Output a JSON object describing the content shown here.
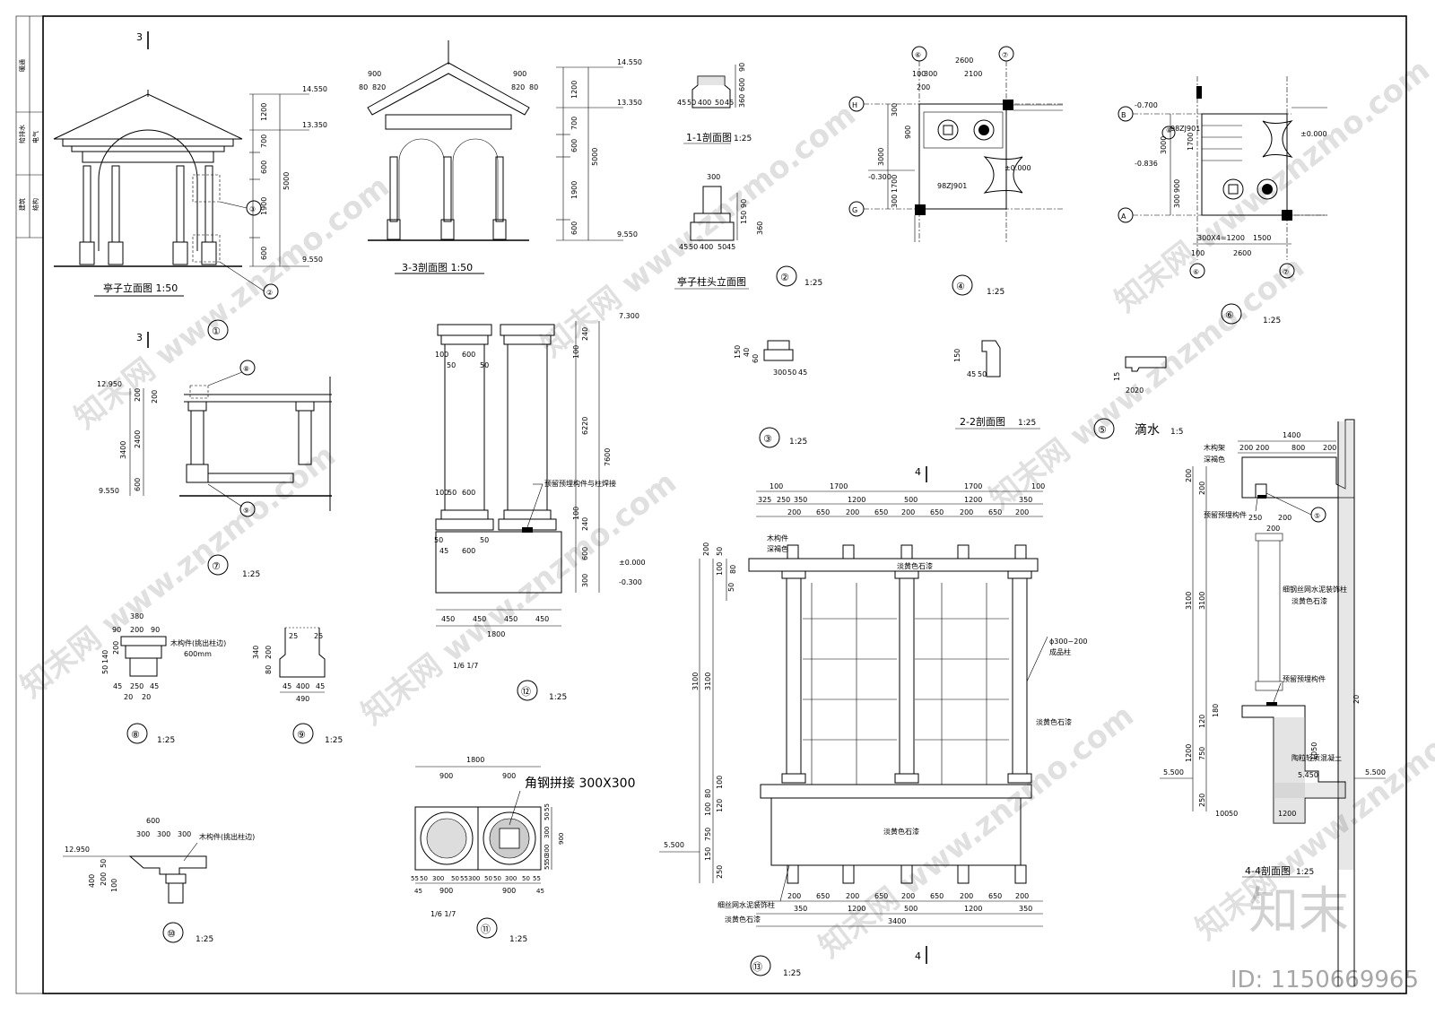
{
  "title_block": [
    "暖通",
    "给排水",
    "电气",
    "建筑",
    "结构"
  ],
  "drawings": {
    "d1": {
      "title": "亭子立面图 1:50",
      "num": "①",
      "marker": "3",
      "dims": [
        "1200",
        "700",
        "600",
        "1900",
        "600",
        "5000"
      ],
      "levels": [
        "14.550",
        "13.350",
        "9.550"
      ],
      "callouts": [
        "③",
        "②"
      ]
    },
    "d33": {
      "title": "3-3剖面图 1:50",
      "dims_top": [
        "900",
        "80",
        "820",
        "900",
        "820",
        "80"
      ],
      "dims_right": [
        "1200",
        "700",
        "600",
        "1900",
        "600",
        "5000"
      ],
      "levels": [
        "14.550",
        "13.350",
        "9.550"
      ]
    },
    "d11": {
      "title": "1-1剖面图",
      "scale": "1:25",
      "dims": [
        "45",
        "50",
        "400",
        "50",
        "45",
        "90",
        "360",
        "600"
      ]
    },
    "d2": {
      "title": "亭子柱头立面图",
      "num": "②",
      "scale": "1:25",
      "dims": [
        "300",
        "90",
        "150",
        "360",
        "45",
        "50",
        "400",
        "50",
        "45"
      ]
    },
    "d3": {
      "num": "③",
      "scale": "1:25",
      "dims": [
        "150",
        "40",
        "60",
        "300",
        "50",
        "45"
      ]
    },
    "d22": {
      "title": "2-2剖面图",
      "scale": "1:25",
      "dims": [
        "150",
        "45",
        "50"
      ]
    },
    "d5": {
      "num": "⑤",
      "title": "滴水",
      "scale": "1:5",
      "dims": [
        "15",
        "20",
        "20"
      ]
    },
    "d4": {
      "num": "④",
      "scale": "1:25",
      "dims": [
        "2600",
        "100",
        "300",
        "2100",
        "200",
        "300",
        "900",
        "1700",
        "3000",
        "300"
      ],
      "axes": [
        "⑥",
        "⑦",
        "H",
        "G"
      ],
      "levels": [
        "-0.300",
        "±0.000"
      ],
      "note": "98ZJ901"
    },
    "d6": {
      "num": "⑥",
      "scale": "1:25",
      "dims": [
        "300",
        "900",
        "1700",
        "3000",
        "300X4=1200",
        "1500",
        "100",
        "2600"
      ],
      "axes": [
        "B",
        "A",
        "⑥",
        "⑦",
        "⑧"
      ],
      "levels": [
        "-0.700",
        "-0.836",
        "±0.000"
      ],
      "note": "98ZJ901"
    },
    "d7": {
      "num": "⑦",
      "scale": "1:25",
      "dims": [
        "200",
        "200",
        "3400",
        "2400",
        "600"
      ],
      "levels": [
        "12.950",
        "9.550"
      ],
      "callouts": [
        "⑧",
        "⑨"
      ]
    },
    "d12": {
      "num": "⑫",
      "scale": "1:25",
      "dims_top": [
        "100",
        "600",
        "50",
        "50"
      ],
      "dims_mid": [
        "100",
        "50",
        "600"
      ],
      "dims_base": [
        "50",
        "45",
        "600",
        "50"
      ],
      "dims_bottom": [
        "450",
        "450",
        "450",
        "450",
        "1800"
      ],
      "dims_right": [
        "240",
        "100",
        "6220",
        "7600",
        "100",
        "240",
        "600",
        "300"
      ],
      "levels": [
        "7.300",
        "±0.000",
        "-0.300"
      ],
      "note": "预留预埋构件与柱焊接",
      "refs": "1/6 1/7"
    },
    "d8": {
      "num": "⑧",
      "scale": "1:25",
      "dims": [
        "380",
        "90",
        "200",
        "90",
        "140",
        "50",
        "200",
        "45",
        "250",
        "45",
        "20",
        "20"
      ],
      "note": "木构件(挑出柱边)",
      "note2": "600mm"
    },
    "d9": {
      "num": "⑨",
      "scale": "1:25",
      "dims": [
        "25",
        "25",
        "340",
        "200",
        "80",
        "45",
        "400",
        "45",
        "490"
      ]
    },
    "d10": {
      "num": "⑩",
      "scale": "1:25",
      "dims": [
        "600",
        "300",
        "300",
        "300",
        "12.950",
        "50",
        "400",
        "200",
        "100"
      ],
      "note": "木构件(挑出柱边)"
    },
    "d11s": {
      "num": "⑪",
      "scale": "1:25",
      "dims_top": [
        "1800",
        "900",
        "900"
      ],
      "dims_bottom": [
        "55",
        "50",
        "300",
        "50",
        "55",
        "300",
        "50",
        "50",
        "300",
        "50",
        "55",
        "45",
        "900",
        "45",
        "900"
      ],
      "dims_right": [
        "55",
        "50",
        "300",
        "900",
        "300",
        "50",
        "55"
      ],
      "note": "角钢拼接 300X300",
      "refs": "1/6 1/7"
    },
    "d13": {
      "num": "⑬",
      "scale": "1:25",
      "marker": "4",
      "dims_top": [
        "100",
        "1700",
        "1700",
        "100",
        "325",
        "250",
        "350",
        "1200",
        "500",
        "1200",
        "350",
        "200",
        "650",
        "200",
        "650",
        "200",
        "650",
        "200",
        "650",
        "200"
      ],
      "dims_left": [
        "200",
        "50",
        "80",
        "100",
        "50",
        "3100",
        "3100",
        "100",
        "80",
        "120",
        "100",
        "750",
        "5.500",
        "150",
        "250"
      ],
      "dims_bottom": [
        "200",
        "650",
        "200",
        "650",
        "200",
        "650",
        "200",
        "650",
        "200",
        "350",
        "1200",
        "500",
        "1200",
        "350",
        "3400"
      ],
      "notes": [
        "木构件",
        "深褐色",
        "淡黄色石漆",
        "ϕ300~200",
        "成品柱",
        "淡黄色石漆",
        "淡黄色石漆",
        "细丝网水泥装饰柱",
        "淡黄色石漆"
      ],
      "levels": [
        "5.500"
      ]
    },
    "d44": {
      "title": "4-4剖面图",
      "scale": "1:25",
      "dims": [
        "1400",
        "200",
        "200",
        "800",
        "200",
        "250",
        "200",
        "200",
        "3100",
        "3100",
        "1200",
        "750",
        "120",
        "180",
        "250",
        "50",
        "100",
        "50",
        "1200",
        "1050",
        "20",
        "5.450",
        "5.500",
        "5.500"
      ],
      "notes": [
        "木构架",
        "深褐色",
        "预留预埋构件",
        "细钢丝网水泥装饰柱",
        "淡黄色石漆",
        "预留预埋构件",
        "陶粒轻质混凝土"
      ]
    }
  },
  "watermark": "知末网 www.znzmo.com",
  "brand": "知末",
  "image_id": "ID: 1150669965"
}
